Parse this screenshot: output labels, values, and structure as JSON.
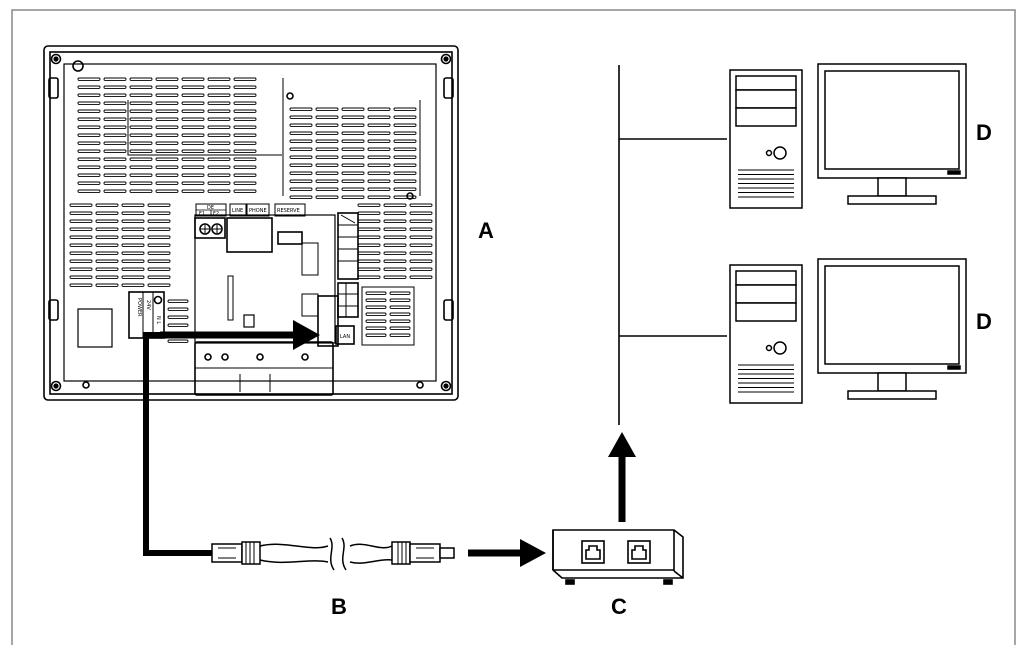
{
  "labels": {
    "unit": "A",
    "cable": "B",
    "hub": "C",
    "pc_top": "D",
    "pc_bottom": "D"
  },
  "panel": {
    "terminal_de": "DE",
    "terminal_f1": "F1",
    "terminal_f2": "F2",
    "port_line": "LINE",
    "port_phone": "PHONE",
    "port_reserve": "RESERVE",
    "port_lan": "LAN",
    "power_label": "POWER",
    "voltage_label": "24V",
    "power_terminals": "N L"
  },
  "colors": {
    "line": "#000000",
    "background": "#ffffff",
    "frame": "#888888"
  }
}
